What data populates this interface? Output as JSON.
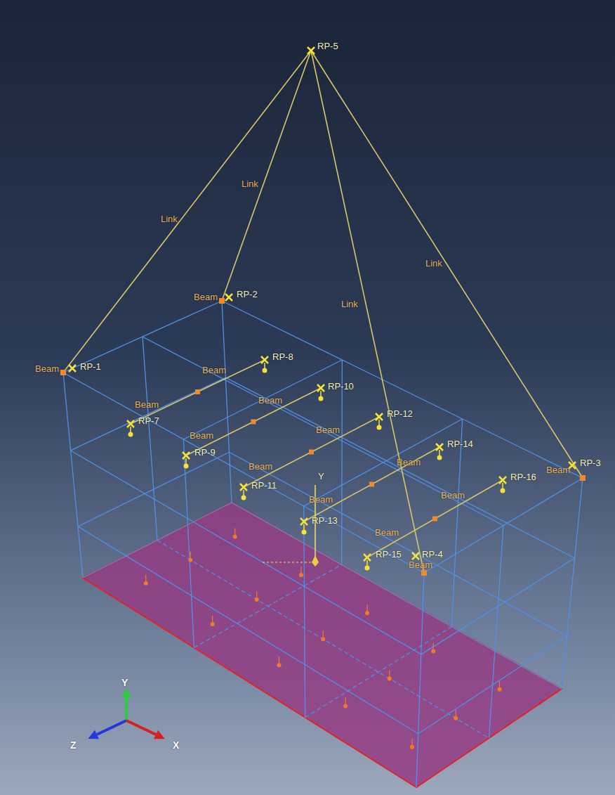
{
  "diagram": {
    "labels": [
      "RP-5",
      "Link",
      "Link",
      "Link",
      "Link",
      "Beam",
      "RP-2",
      "Beam",
      "RP-1",
      "RP-8",
      "Beam",
      "Beam",
      "RP-7",
      "RP-10",
      "Beam",
      "Beam",
      "RP-9",
      "RP-12",
      "Beam",
      "RP-14",
      "Beam",
      "RP-11",
      "Y",
      "Beam",
      "Beam",
      "RP-13",
      "RP-16",
      "Beam",
      "Beam",
      "Beam",
      "RP-3",
      "RP-15",
      "RP-4",
      "Beam",
      "Y",
      "Z",
      "X"
    ]
  }
}
